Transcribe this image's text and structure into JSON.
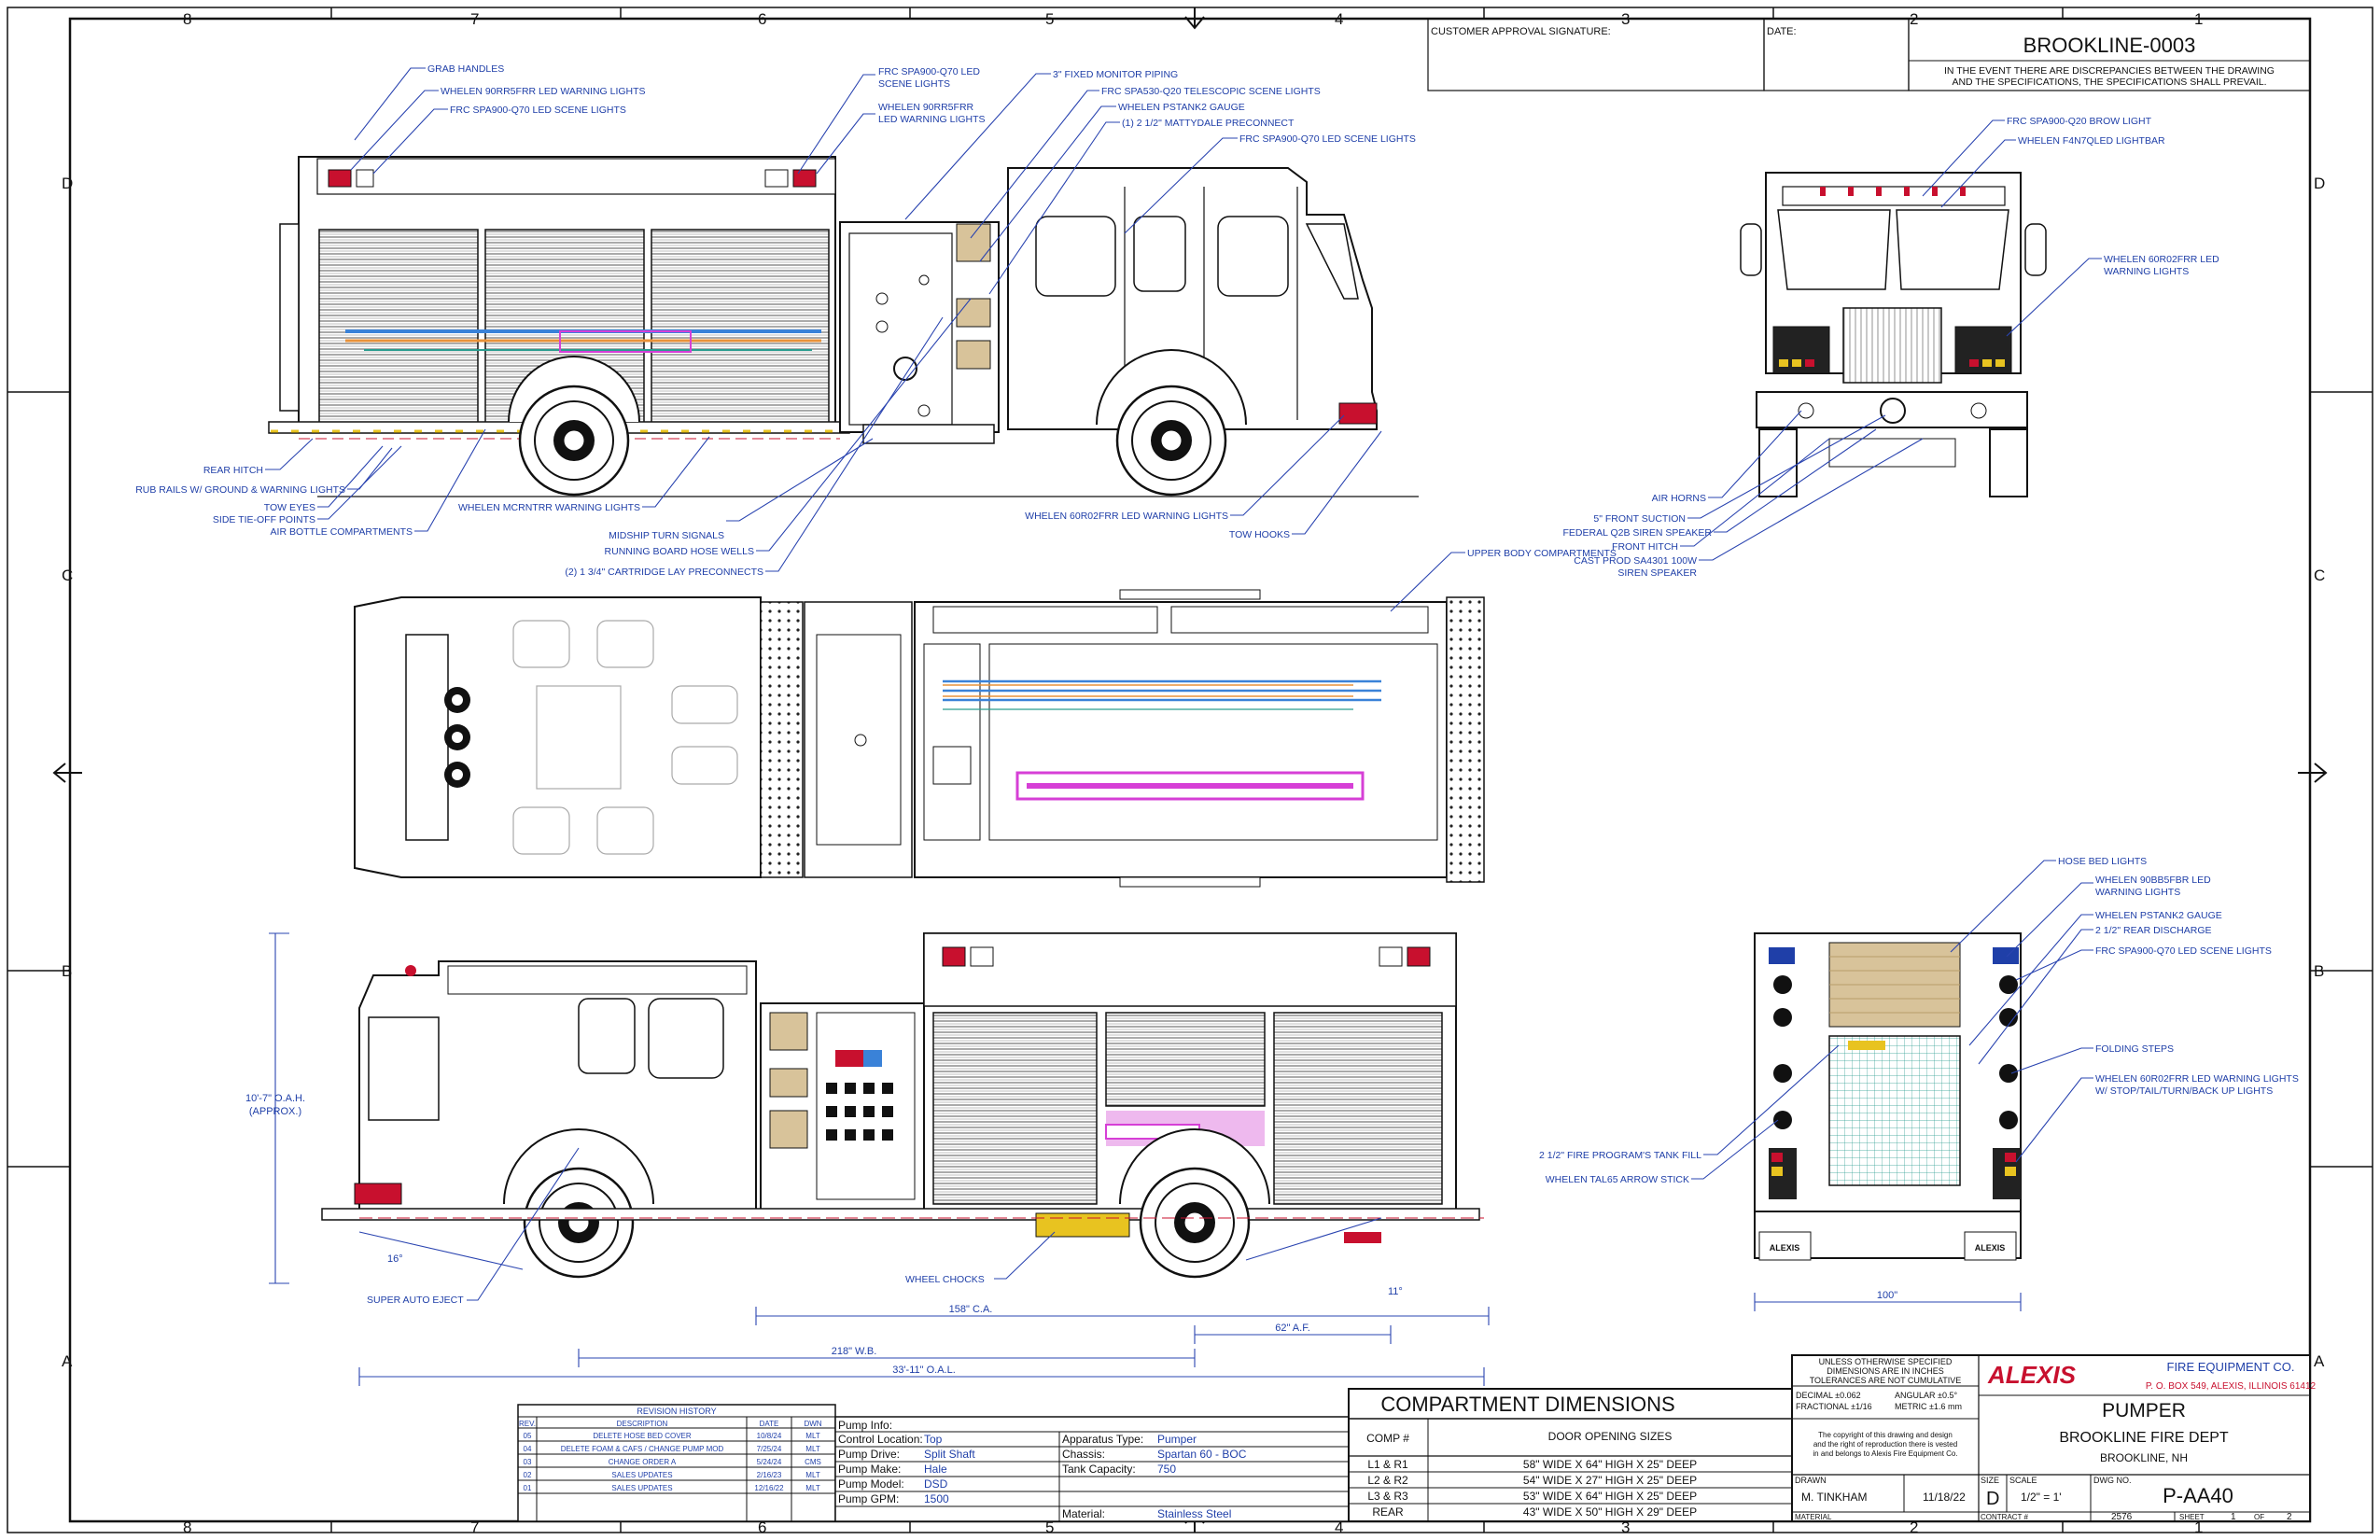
{
  "zones": {
    "columns": [
      "8",
      "7",
      "6",
      "5",
      "4",
      "3",
      "2",
      "1"
    ],
    "rows": [
      "D",
      "C",
      "B",
      "A"
    ]
  },
  "header": {
    "customer_approval_label": "CUSTOMER APPROVAL SIGNATURE:",
    "date_label": "DATE:",
    "drawing_id": "BROOKLINE-0003",
    "discrepancy_note_1": "IN THE EVENT THERE ARE DISCREPANCIES BETWEEN THE DRAWING",
    "discrepancy_note_2": "AND THE SPECIFICATIONS, THE SPECIFICATIONS SHALL PREVAIL."
  },
  "callouts": {
    "left_side_top": [
      "GRAB HANDLES",
      "WHELEN 90RR5FRR LED WARNING LIGHTS",
      "FRC SPA900-Q70 LED SCENE LIGHTS"
    ],
    "left_side_mid": [
      "FRC SPA900-Q70 LED",
      "SCENE LIGHTS",
      "WHELEN 90RR5FRR",
      "LED WARNING LIGHTS"
    ],
    "left_side_right": [
      "3\" FIXED MONITOR PIPING",
      "FRC SPA530-Q20 TELESCOPIC SCENE LIGHTS",
      "WHELEN PSTANK2 GAUGE",
      "(1) 2 1/2\" MATTYDALE PRECONNECT",
      "FRC SPA900-Q70 LED SCENE LIGHTS"
    ],
    "left_side_bottom_left": [
      "REAR HITCH",
      "RUB RAILS W/ GROUND & WARNING LIGHTS",
      "TOW EYES",
      "SIDE TIE-OFF POINTS",
      "AIR BOTTLE COMPARTMENTS"
    ],
    "left_side_bottom_mid": [
      "WHELEN MCRNTRR WARNING LIGHTS",
      "MIDSHIP TURN SIGNALS",
      "RUNNING BOARD HOSE WELLS",
      "(2) 1 3/4\" CARTRIDGE LAY PRECONNECTS"
    ],
    "left_side_bottom_right": [
      "WHELEN 60R02FRR LED WARNING LIGHTS",
      "TOW HOOKS"
    ],
    "front_view": [
      "FRC SPA900-Q20 BROW LIGHT",
      "WHELEN F4N7QLED LIGHTBAR",
      "WHELEN 60R02FRR LED",
      "WARNING LIGHTS",
      "AIR HORNS",
      "5\" FRONT SUCTION",
      "FEDERAL Q2B SIREN SPEAKER",
      "FRONT HITCH",
      "CAST PROD SA4301 100W",
      "SIREN SPEAKER"
    ],
    "top_view": [
      "UPPER BODY COMPARTMENTS"
    ],
    "rear_view": [
      "HOSE BED LIGHTS",
      "WHELEN 90BB5FBR LED",
      "WARNING LIGHTS",
      "WHELEN PSTANK2 GAUGE",
      "2 1/2\" REAR DISCHARGE",
      "FRC SPA900-Q70 LED SCENE LIGHTS",
      "FOLDING STEPS",
      "WHELEN 60R02FRR LED WARNING LIGHTS",
      "W/ STOP/TAIL/TURN/BACK UP LIGHTS",
      "2 1/2\" FIRE PROGRAM'S TANK FILL",
      "WHELEN TAL65 ARROW STICK"
    ],
    "right_side": [
      "SUPER AUTO EJECT",
      "WHEEL CHOCKS"
    ]
  },
  "dimensions": {
    "oah": "10'-7\" O.A.H.",
    "oah_note": "(APPROX.)",
    "ca": "158\" C.A.",
    "af": "62\" A.F.",
    "wb": "218\" W.B.",
    "oal": "33'-11\" O.A.L.",
    "angle_front": "16°",
    "angle_rear": "11°",
    "rear_width": "100\""
  },
  "badges": {
    "rear_left": "ALEXIS",
    "rear_right": "ALEXIS"
  },
  "revision_history": {
    "title": "REVISION HISTORY",
    "headers": [
      "REV.",
      "DESCRIPTION",
      "DATE",
      "DWN"
    ],
    "rows": [
      [
        "05",
        "DELETE HOSE BED COVER",
        "10/8/24",
        "MLT"
      ],
      [
        "04",
        "DELETE FOAM & CAFS / CHANGE PUMP MOD",
        "7/25/24",
        "MLT"
      ],
      [
        "03",
        "CHANGE ORDER A",
        "5/24/24",
        "CMS"
      ],
      [
        "02",
        "SALES UPDATES",
        "2/16/23",
        "MLT"
      ],
      [
        "01",
        "SALES UPDATES",
        "12/16/22",
        "MLT"
      ]
    ]
  },
  "pump_info": {
    "title": "Pump Info:",
    "rows": [
      {
        "label": "Control Location:",
        "value": "Top"
      },
      {
        "label": "Pump Drive:",
        "value": "Split Shaft"
      },
      {
        "label": "Pump Make:",
        "value": "Hale"
      },
      {
        "label": "Pump Model:",
        "value": "DSD"
      },
      {
        "label": "Pump GPM:",
        "value": "1500"
      }
    ]
  },
  "apparatus_info": {
    "rows": [
      {
        "label": "Apparatus Type:",
        "value": "Pumper"
      },
      {
        "label": "Chassis:",
        "value": "Spartan  60 - BOC"
      },
      {
        "label": "Tank Capacity:",
        "value": "750"
      },
      {
        "label": "",
        "value": ""
      },
      {
        "label": "Material:",
        "value": "Stainless Steel"
      }
    ]
  },
  "compartments": {
    "title": "COMPARTMENT DIMENSIONS",
    "header_comp": "COMP #",
    "header_sizes": "DOOR OPENING SIZES",
    "rows": [
      [
        "L1 & R1",
        "58\" WIDE X 64\" HIGH X 25\" DEEP"
      ],
      [
        "L2 & R2",
        "54\" WIDE X 27\" HIGH X 25\" DEEP"
      ],
      [
        "L3 & R3",
        "53\" WIDE X 64\" HIGH X 25\" DEEP"
      ],
      [
        "REAR",
        "43\" WIDE X 50\" HIGH X 29\" DEEP"
      ]
    ]
  },
  "tolerances": {
    "line1": "UNLESS OTHERWISE SPECIFIED",
    "line2": "DIMENSIONS ARE IN INCHES",
    "line3": "TOLERANCES ARE NOT CUMULATIVE",
    "decimal": "DECIMAL ±0.062",
    "angular": "ANGULAR ±0.5°",
    "fractional": "FRACTIONAL ±1/16",
    "metric": "METRIC ±1.6 mm",
    "copyright_1": "The copyright of this drawing and design",
    "copyright_2": "and the right of reproduction there is vested",
    "copyright_3": "in and belongs to Alexis Fire Equipment Co."
  },
  "company": {
    "logo": "ALEXIS",
    "name": "FIRE EQUIPMENT CO.",
    "address": "P. O. BOX 549, ALEXIS, ILLINOIS  61412",
    "product": "PUMPER",
    "customer": "BROOKLINE FIRE DEPT",
    "location": "BROOKLINE, NH"
  },
  "titleblock": {
    "drawn_label": "DRAWN",
    "drawn_by": "M. TINKHAM",
    "drawn_date": "11/18/22",
    "size_label": "SIZE",
    "size": "D",
    "scale_label": "SCALE",
    "scale": "1/2\" = 1'",
    "dwg_label": "DWG NO.",
    "dwg_no": "P-AA40",
    "material_label": "MATERIAL",
    "contract_label": "CONTRACT #",
    "contract": "2576",
    "sheet_label": "SHEET",
    "sheet": "1",
    "of_label": "OF",
    "of": "2"
  },
  "colors": {
    "callout_blue": "#1f3fa8",
    "warning_red": "#c8102e",
    "hose_magenta": "#d63fd6",
    "hose_blue": "#3a82d8",
    "hose_orange": "#e8923a",
    "amber": "#e8c320",
    "tan": "#d8c39a"
  }
}
